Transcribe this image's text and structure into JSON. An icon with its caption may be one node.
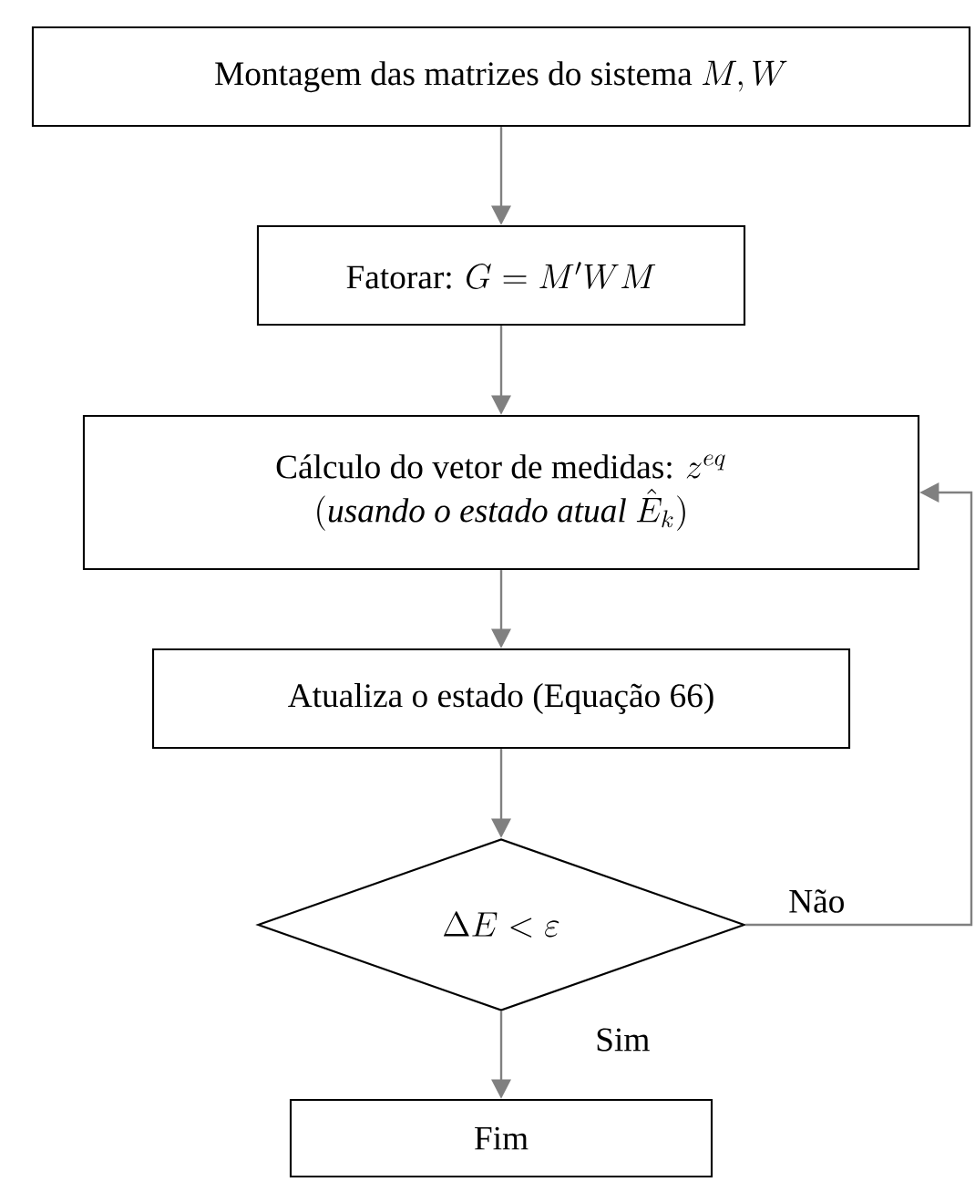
{
  "diagram": {
    "nodes": [
      {
        "text": [
          "Montagem das matrizes do sistema",
          "M, W"
        ]
      },
      {
        "text": [
          "Fatorar:",
          "G = M'WM"
        ]
      },
      {
        "text": [
          "Cálculo do vetor de medidas:",
          "z^{eq}",
          "(\\textit{usando o estado atual}\\ \\hat{E}_k)"
        ]
      },
      {
        "text": [
          "Atualiza o estado (Equação 66)"
        ]
      },
      {
        "text": [
          "\\Delta E < \\varepsilon"
        ]
      },
      {
        "text": [
          "Fim"
        ]
      }
    ],
    "edges": [
      {
        "from": 0,
        "to": 1,
        "arrow": "to"
      },
      {
        "from": 1,
        "to": 2,
        "arrow": "to"
      },
      {
        "from": 2,
        "to": 3,
        "arrow": "to"
      },
      {
        "from": 3,
        "to": 4,
        "arrow": "to"
      },
      {
        "from": 4,
        "to": 5,
        "arrow": "to",
        "label": "Sim"
      },
      {
        "from": 4,
        "to": 2,
        "arrow": "to",
        "label": "Não"
      }
    ]
  }
}
